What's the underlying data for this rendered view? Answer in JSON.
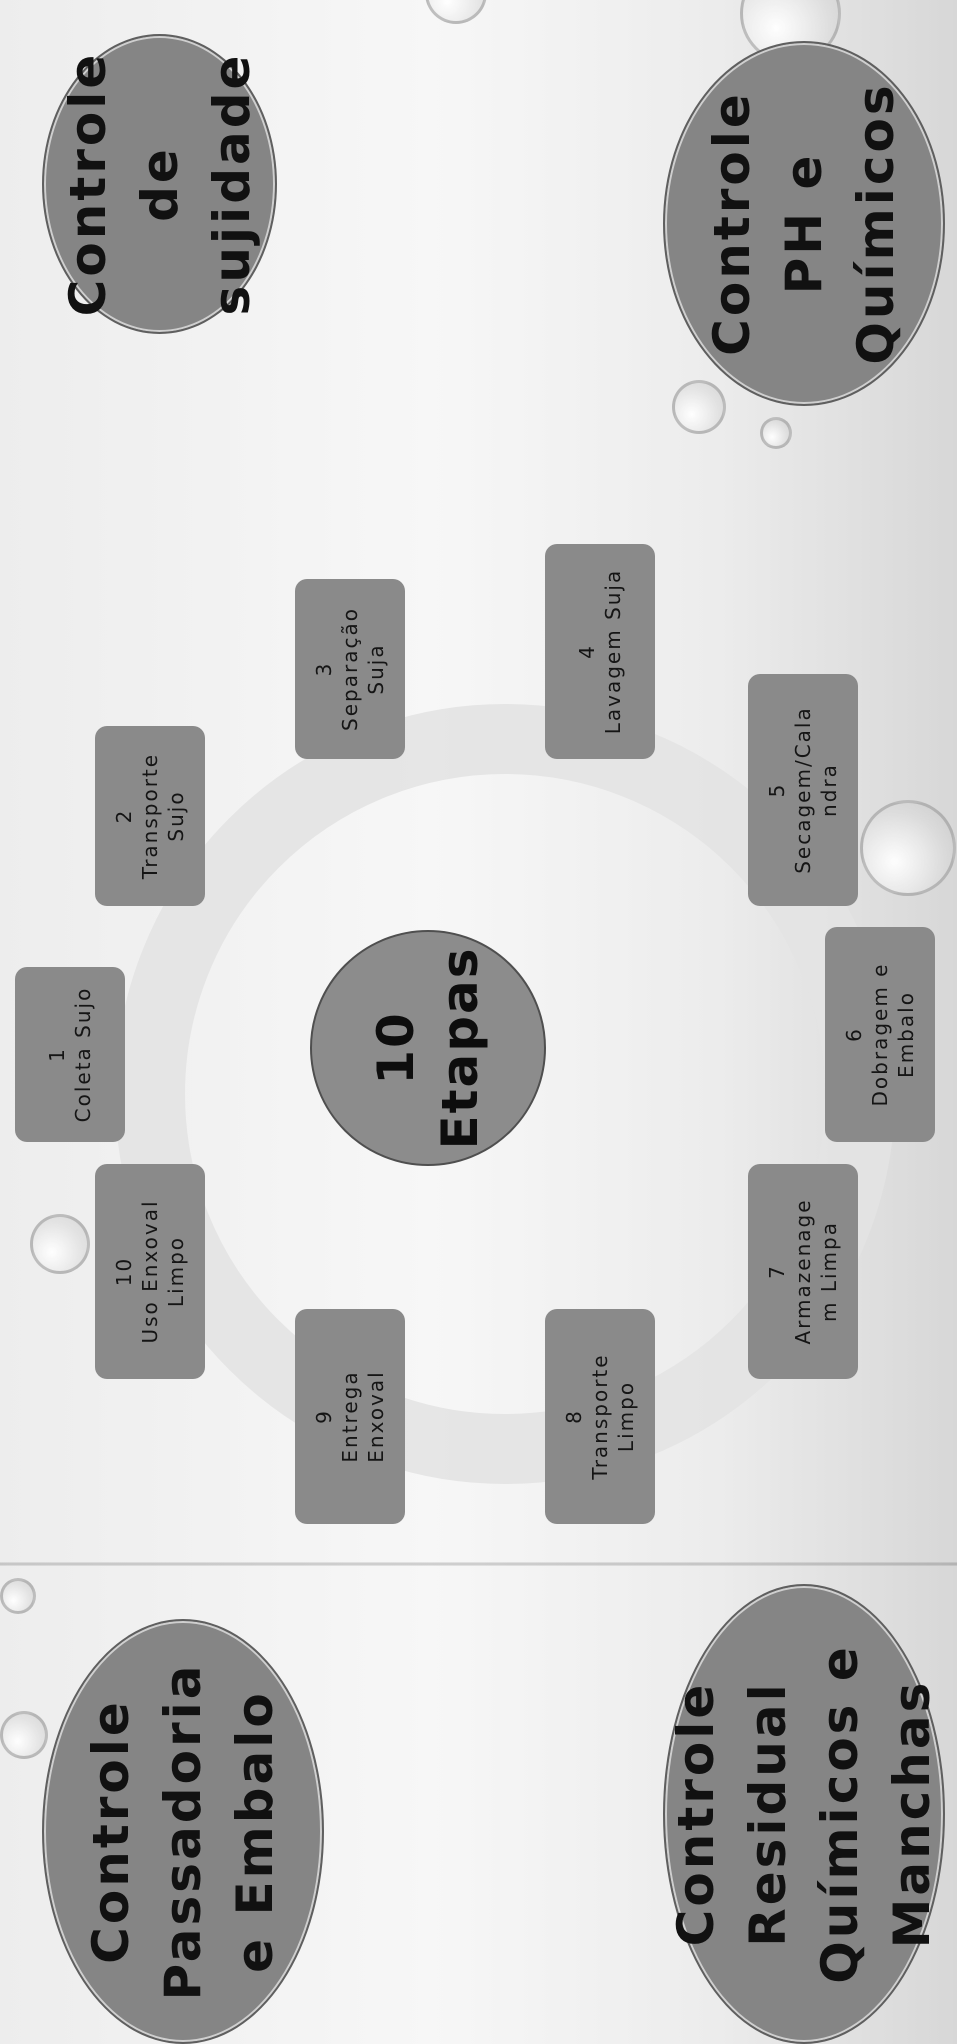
{
  "center": {
    "label": "10\nEtapas"
  },
  "steps": [
    {
      "number": "1",
      "label": "Coleta Sujo"
    },
    {
      "number": "2",
      "label": "Transporte\nSujo"
    },
    {
      "number": "3",
      "label": "Separação\nSuja"
    },
    {
      "number": "4",
      "label": "Lavagem Suja"
    },
    {
      "number": "5",
      "label": "Secagem/Cala\nndra"
    },
    {
      "number": "6",
      "label": "Dobragem e\nEmbalo"
    },
    {
      "number": "7",
      "label": "Armazenage\nm Limpa"
    },
    {
      "number": "8",
      "label": "Transporte\nLimpo"
    },
    {
      "number": "9",
      "label": "Entrega\nEnxoval"
    },
    {
      "number": "10",
      "label": "Uso Enxoval\nLimpo"
    }
  ],
  "controls": {
    "sujidade": "Controle de\nsujidade",
    "ph_quimicos": "Controle\nPH e\nQuímicos",
    "passadoria": "Controle\nPassadoria\ne Embalo",
    "residual": "Controle\nResidual\nQuímicos e\nManchas"
  },
  "colors": {
    "box_fill": "#8a8a8a",
    "oval_fill": "#858585",
    "text": "#111111",
    "ring": "#e3e3e3"
  }
}
